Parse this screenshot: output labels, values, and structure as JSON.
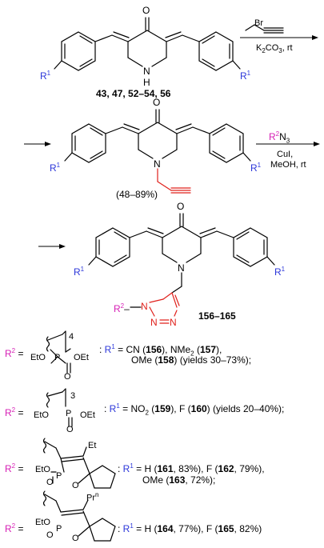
{
  "colors": {
    "r1": "#2b36d9",
    "r2": "#d61fb5",
    "triazole": "#e0201b",
    "ink": "#000000"
  },
  "step1": {
    "reagent_top": "Br",
    "reagent_bottom": "K2CO3, rt"
  },
  "step2": {
    "reagent_top": "R2N3",
    "reagent_mid": "CuI,",
    "reagent_bottom": "MeOH, rt"
  },
  "compounds": {
    "start_ids": "43, 47, 52–54, 56",
    "intermediate_yield": "(48–89%)",
    "product_ids": "156–165"
  },
  "atoms": {
    "O": "O",
    "N": "N",
    "H": "H",
    "R1": "R1",
    "R2": "R2",
    "Et": "Et",
    "Prn": "Prn",
    "EtO": "EtO",
    "OEt": "OEt",
    "P": "P"
  },
  "substituents": [
    {
      "r2": "R2 =",
      "chain_index": "4",
      "r1_text": ": R1 = CN (156), NMe2 (157),",
      "r1_text2": "OMe (158) (yields 30–73%);"
    },
    {
      "r2": "R2 =",
      "chain_index": "3",
      "r1_text": ": R1 = NO2 (159), F (160) (yields 20–40%);"
    },
    {
      "r2": "R2 =",
      "r1_text": ": R1 = H (161, 83%), F (162, 79%),",
      "r1_text2": "OMe (163, 72%);"
    },
    {
      "r2": "R2 =",
      "r1_text": ": R1 = H (164, 77%), F (165, 82%)"
    }
  ]
}
